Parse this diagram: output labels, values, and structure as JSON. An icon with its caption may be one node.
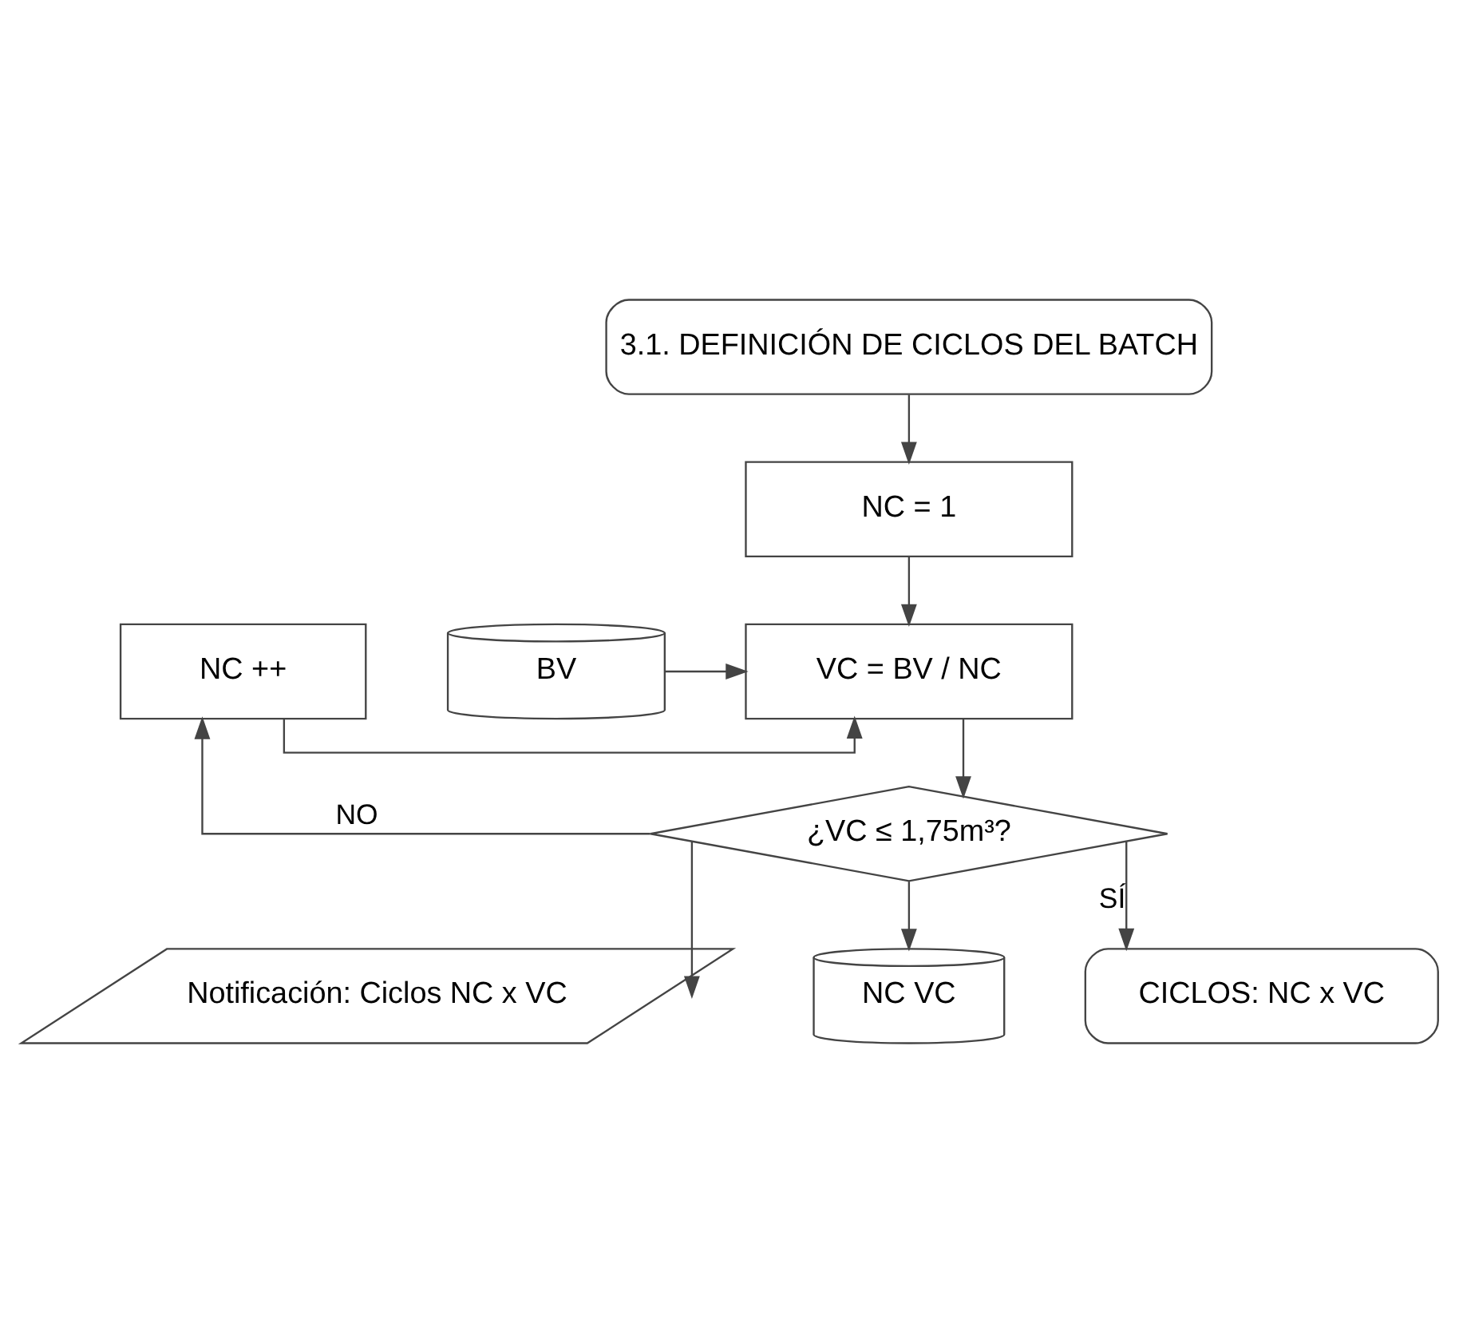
{
  "diagram": {
    "nodes": [
      {
        "text": [
          "3.1. DEFINICIÓN DE CICLOS DEL BATCH"
        ]
      },
      {
        "text": [
          "NC = 1"
        ]
      },
      {
        "text": [
          "BV"
        ]
      },
      {
        "text": [
          "VC = BV / NC"
        ]
      },
      {
        "text": [
          "NC ++"
        ]
      },
      {
        "text": [
          "¿VC ≤ 1,75m³?"
        ]
      },
      {
        "text": [
          "Notificación: Ciclos NC x VC"
        ]
      },
      {
        "text": [
          "NC VC"
        ]
      },
      {
        "text": [
          "CICLOS: NC x VC"
        ]
      }
    ],
    "edges": [
      {
        "from": 0,
        "to": 1,
        "arrow": "to"
      },
      {
        "from": 1,
        "to": 3,
        "arrow": "to"
      },
      {
        "from": 2,
        "to": 3,
        "arrow": "to"
      },
      {
        "from": 4,
        "to": 3,
        "arrow": "to"
      },
      {
        "from": 3,
        "to": 5,
        "arrow": "to"
      },
      {
        "from": 5,
        "to": 4,
        "arrow": "to",
        "label": "NO"
      },
      {
        "from": 5,
        "to": 6,
        "arrow": "to"
      },
      {
        "from": 5,
        "to": 7,
        "arrow": "to"
      },
      {
        "from": 5,
        "to": 8,
        "arrow": "to",
        "label": "SÍ"
      }
    ]
  }
}
